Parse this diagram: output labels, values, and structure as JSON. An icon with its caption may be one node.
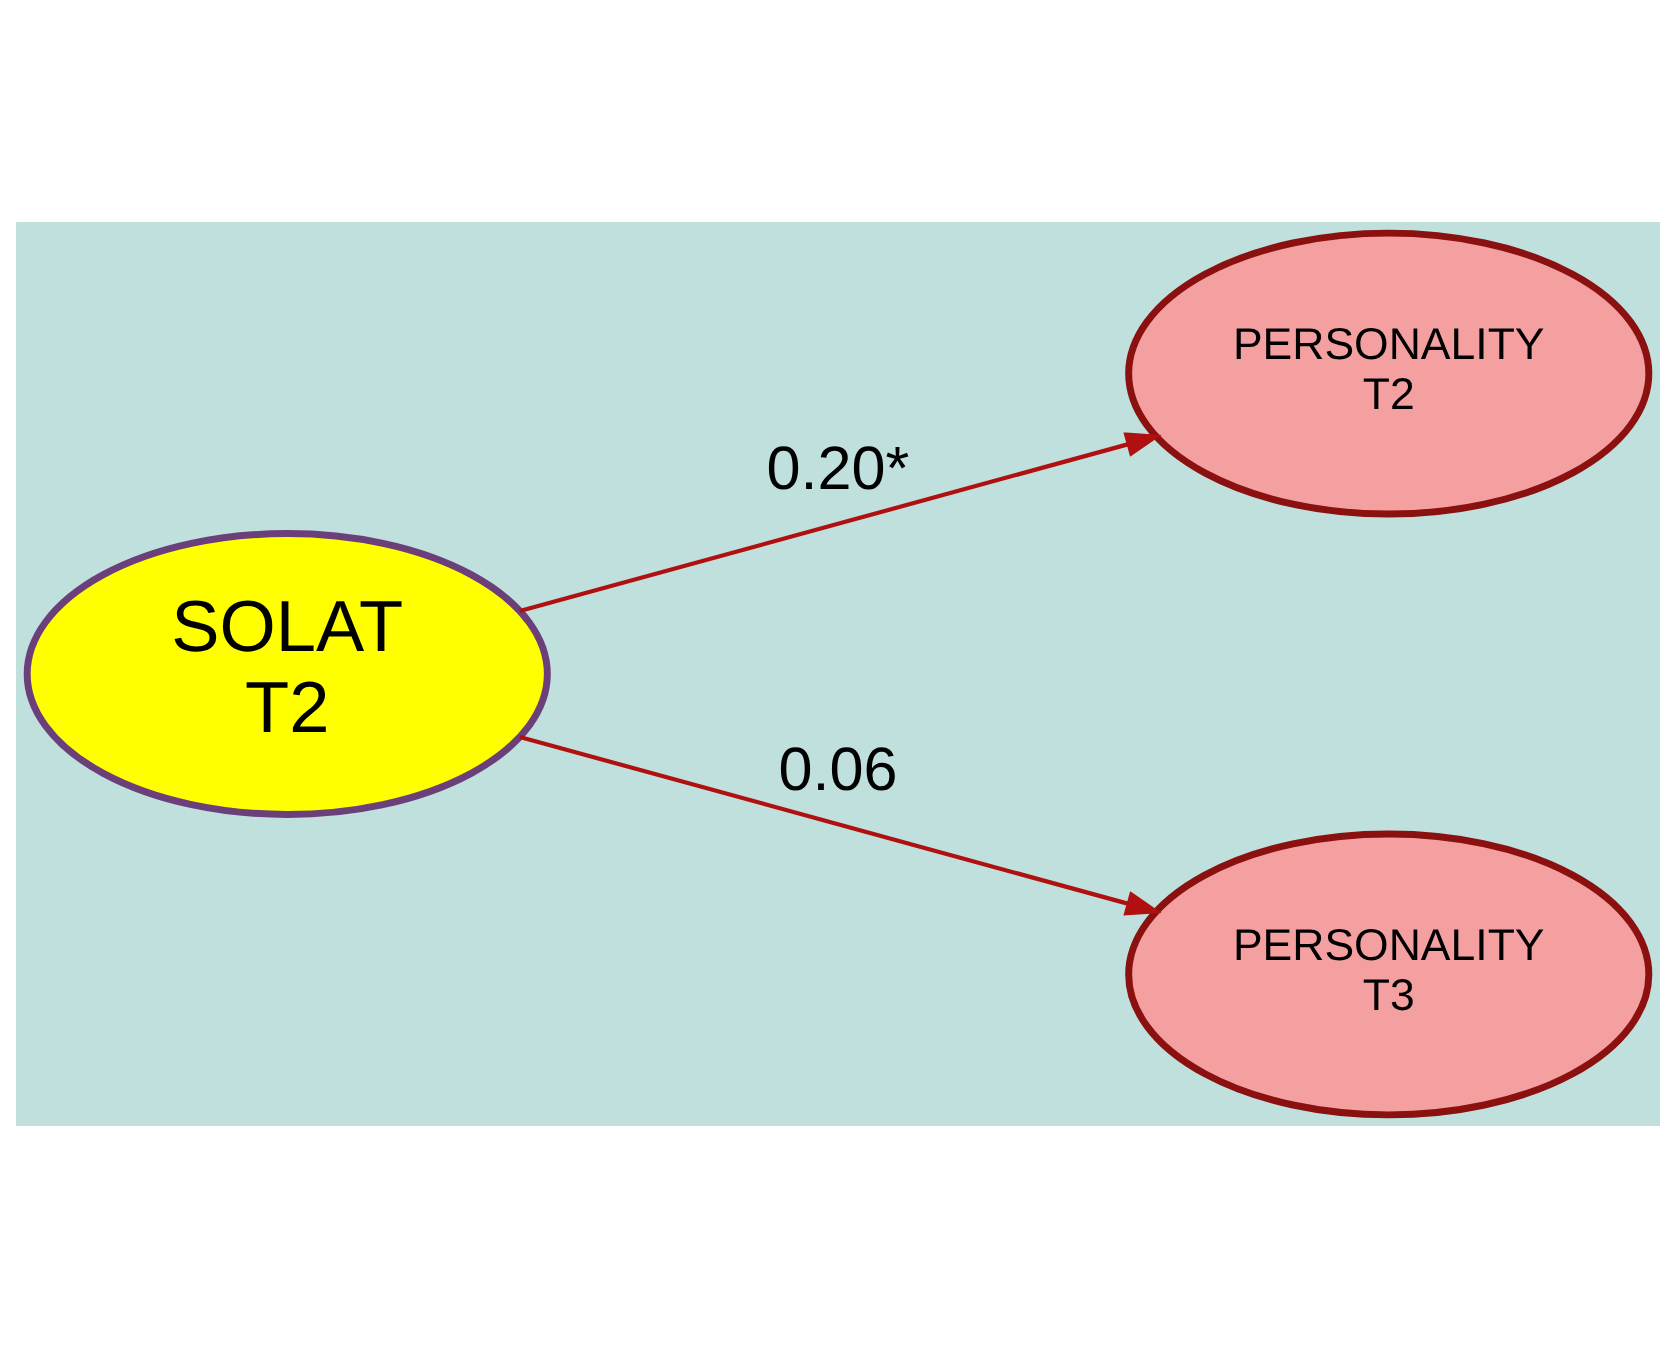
{
  "diagram": {
    "nodes": [
      {
        "text": [
          "SOLAT T2"
        ]
      },
      {
        "text": [
          "PERSONALITY T2"
        ]
      },
      {
        "text": [
          "PERSONALITY T3"
        ]
      }
    ],
    "edges": [
      {
        "from": 0,
        "to": 1,
        "arrow": "to",
        "label": "0.20*"
      },
      {
        "from": 0,
        "to": 2,
        "arrow": "to",
        "label": "0.06"
      }
    ]
  }
}
